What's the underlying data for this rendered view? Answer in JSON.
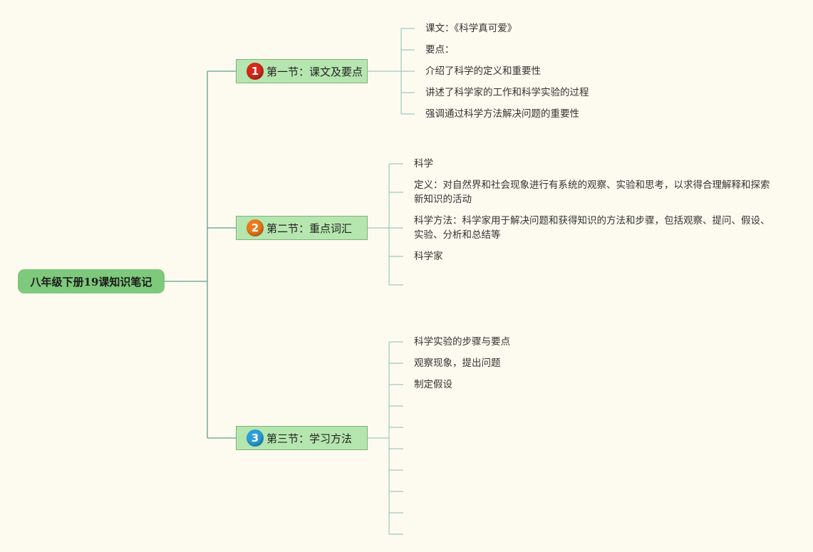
{
  "root": {
    "label": "八年级下册19课知识笔记"
  },
  "branches": [
    {
      "label": "第一节：课文及要点",
      "badge": "1",
      "badge_color": "#d42a1c",
      "leaves": [
        "课文：《科学真可爱》",
        "要点：",
        "介绍了科学的定义和重要性",
        "讲述了科学家的工作和科学实验的过程",
        "强调通过科学方法解决问题的重要性"
      ]
    },
    {
      "label": "第二节：重点词汇",
      "badge": "2",
      "badge_color": "#ea7a1c",
      "leaves": [
        "科学",
        "定义：对自然界和社会现象进行有系统的观察、实验和思考，以求得合理解释和探索新知识的活动",
        "科学方法：科学家用于解决问题和获得知识的方法和步骤，包括观察、提问、假设、实验、分析和总结等",
        "科学家",
        ""
      ]
    },
    {
      "label": "第三节：学习方法",
      "badge": "3",
      "badge_color": "#2a9fd8",
      "leaves": [
        "科学实验的步骤与要点",
        "观察现象，提出问题",
        "制定假设",
        "",
        "",
        "",
        "",
        "",
        "",
        ""
      ]
    }
  ],
  "colors": {
    "line": "#5e9e8f",
    "root_fill": "#7ec97b",
    "branch_fill": "#b5e6af"
  }
}
